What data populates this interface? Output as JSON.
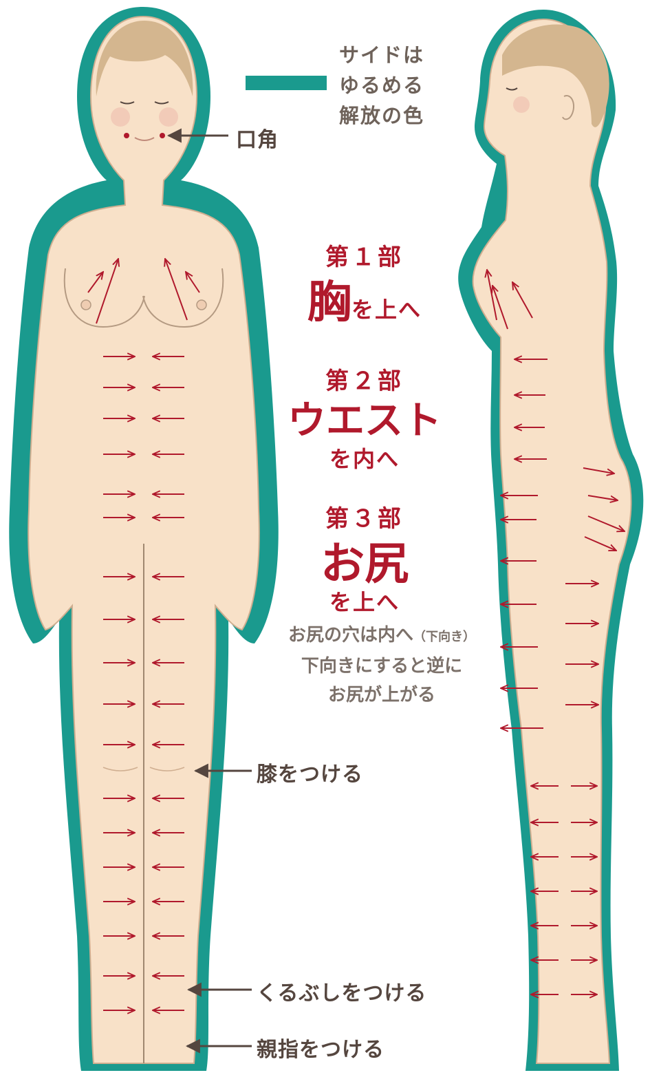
{
  "legend": {
    "text_lines": [
      "サイドは",
      "ゆるめる",
      "解放の色"
    ],
    "color": "#1a9a8e"
  },
  "callouts": {
    "mouth": "口角",
    "knee": "膝をつける",
    "ankle": "くるぶしをつける",
    "toe": "親指をつける"
  },
  "sections": [
    {
      "number": "第１部",
      "big": "胸",
      "suffix": "を上へ"
    },
    {
      "number": "第２部",
      "big": "ウエスト",
      "suffix": "を内へ"
    },
    {
      "number": "第３部",
      "big": "お尻",
      "suffix": "を上へ"
    }
  ],
  "note": {
    "line1_main": "お尻の穴は内へ",
    "line1_small": "（下向き）",
    "line2": "下向きにすると逆に",
    "line3": "お尻が上がる"
  },
  "colors": {
    "skin": "#f8e1c8",
    "outline_teal": "#1a9a8e",
    "arrow_red": "#b0192c",
    "hair": "#d4b68f",
    "text_brown": "#55463f"
  }
}
